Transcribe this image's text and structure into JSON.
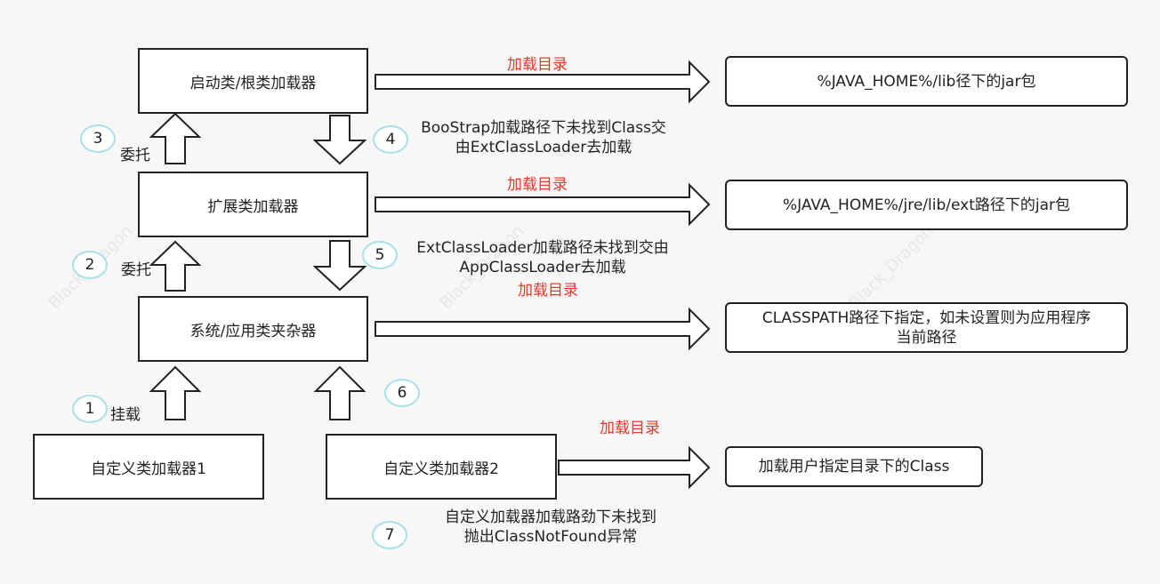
{
  "boxes": {
    "bootstrap": "启动类/根类加载器",
    "extension": "扩展类加载器",
    "system": "系统/应用类夹杂器",
    "custom1": "自定义类加载器1",
    "custom2": "自定义类加载器2"
  },
  "targets": {
    "bootstrap_dir": "%JAVA_HOME%/lib径下的jar包",
    "ext_dir": "%JAVA_HOME%/jre/lib/ext路径下的jar包",
    "classpath_line1": "CLASSPATH路径下指定，如未设置则为应用程序",
    "classpath_line2": "当前路径",
    "user_dir": "加载用户指定目录下的Class"
  },
  "edge_labels": {
    "load_dir": "加载目录",
    "delegate": "委托",
    "mount": "挂载"
  },
  "steps": [
    "1",
    "2",
    "3",
    "4",
    "5",
    "6",
    "7"
  ],
  "notes": {
    "step4_line1": "BooStrap加载路径下未找到Class交",
    "step4_line2": "由ExtClassLoader去加载",
    "step5_line1": "ExtClassLoader加载路径未找到交由",
    "step5_line2": "AppClassLoader去加载",
    "step7_line1": "自定义加载器加载路劲下未找到",
    "step7_line2": "抛出ClassNotFound异常"
  },
  "watermark": "Black_Dragon",
  "colors": {
    "accent_red": "#e8382b",
    "circle_border": "#a9dfea",
    "line": "#222222"
  }
}
